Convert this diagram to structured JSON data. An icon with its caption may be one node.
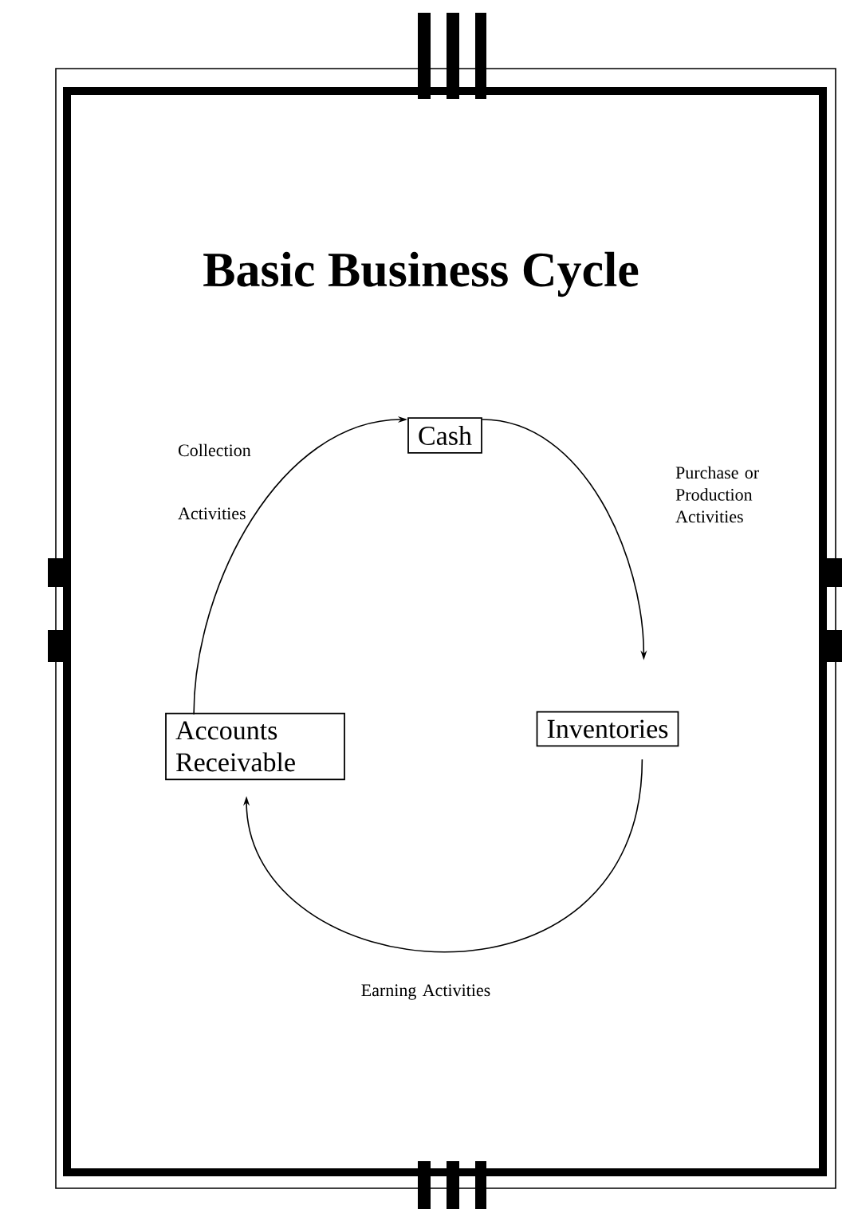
{
  "diagram": {
    "title": "Basic Business Cycle",
    "nodes": [
      {
        "text": [
          "Cash"
        ]
      },
      {
        "text": [
          "Accounts Receivable"
        ]
      },
      {
        "text": [
          "Inventories"
        ]
      }
    ],
    "edges": [
      {
        "from": 1,
        "to": 0,
        "arrow": "to",
        "label": "Collection Activities"
      },
      {
        "from": 0,
        "to": 2,
        "arrow": "to",
        "label": "Purchase or Production Activities"
      },
      {
        "from": 2,
        "to": 1,
        "arrow": "to",
        "label": "Earning Activities"
      }
    ]
  }
}
